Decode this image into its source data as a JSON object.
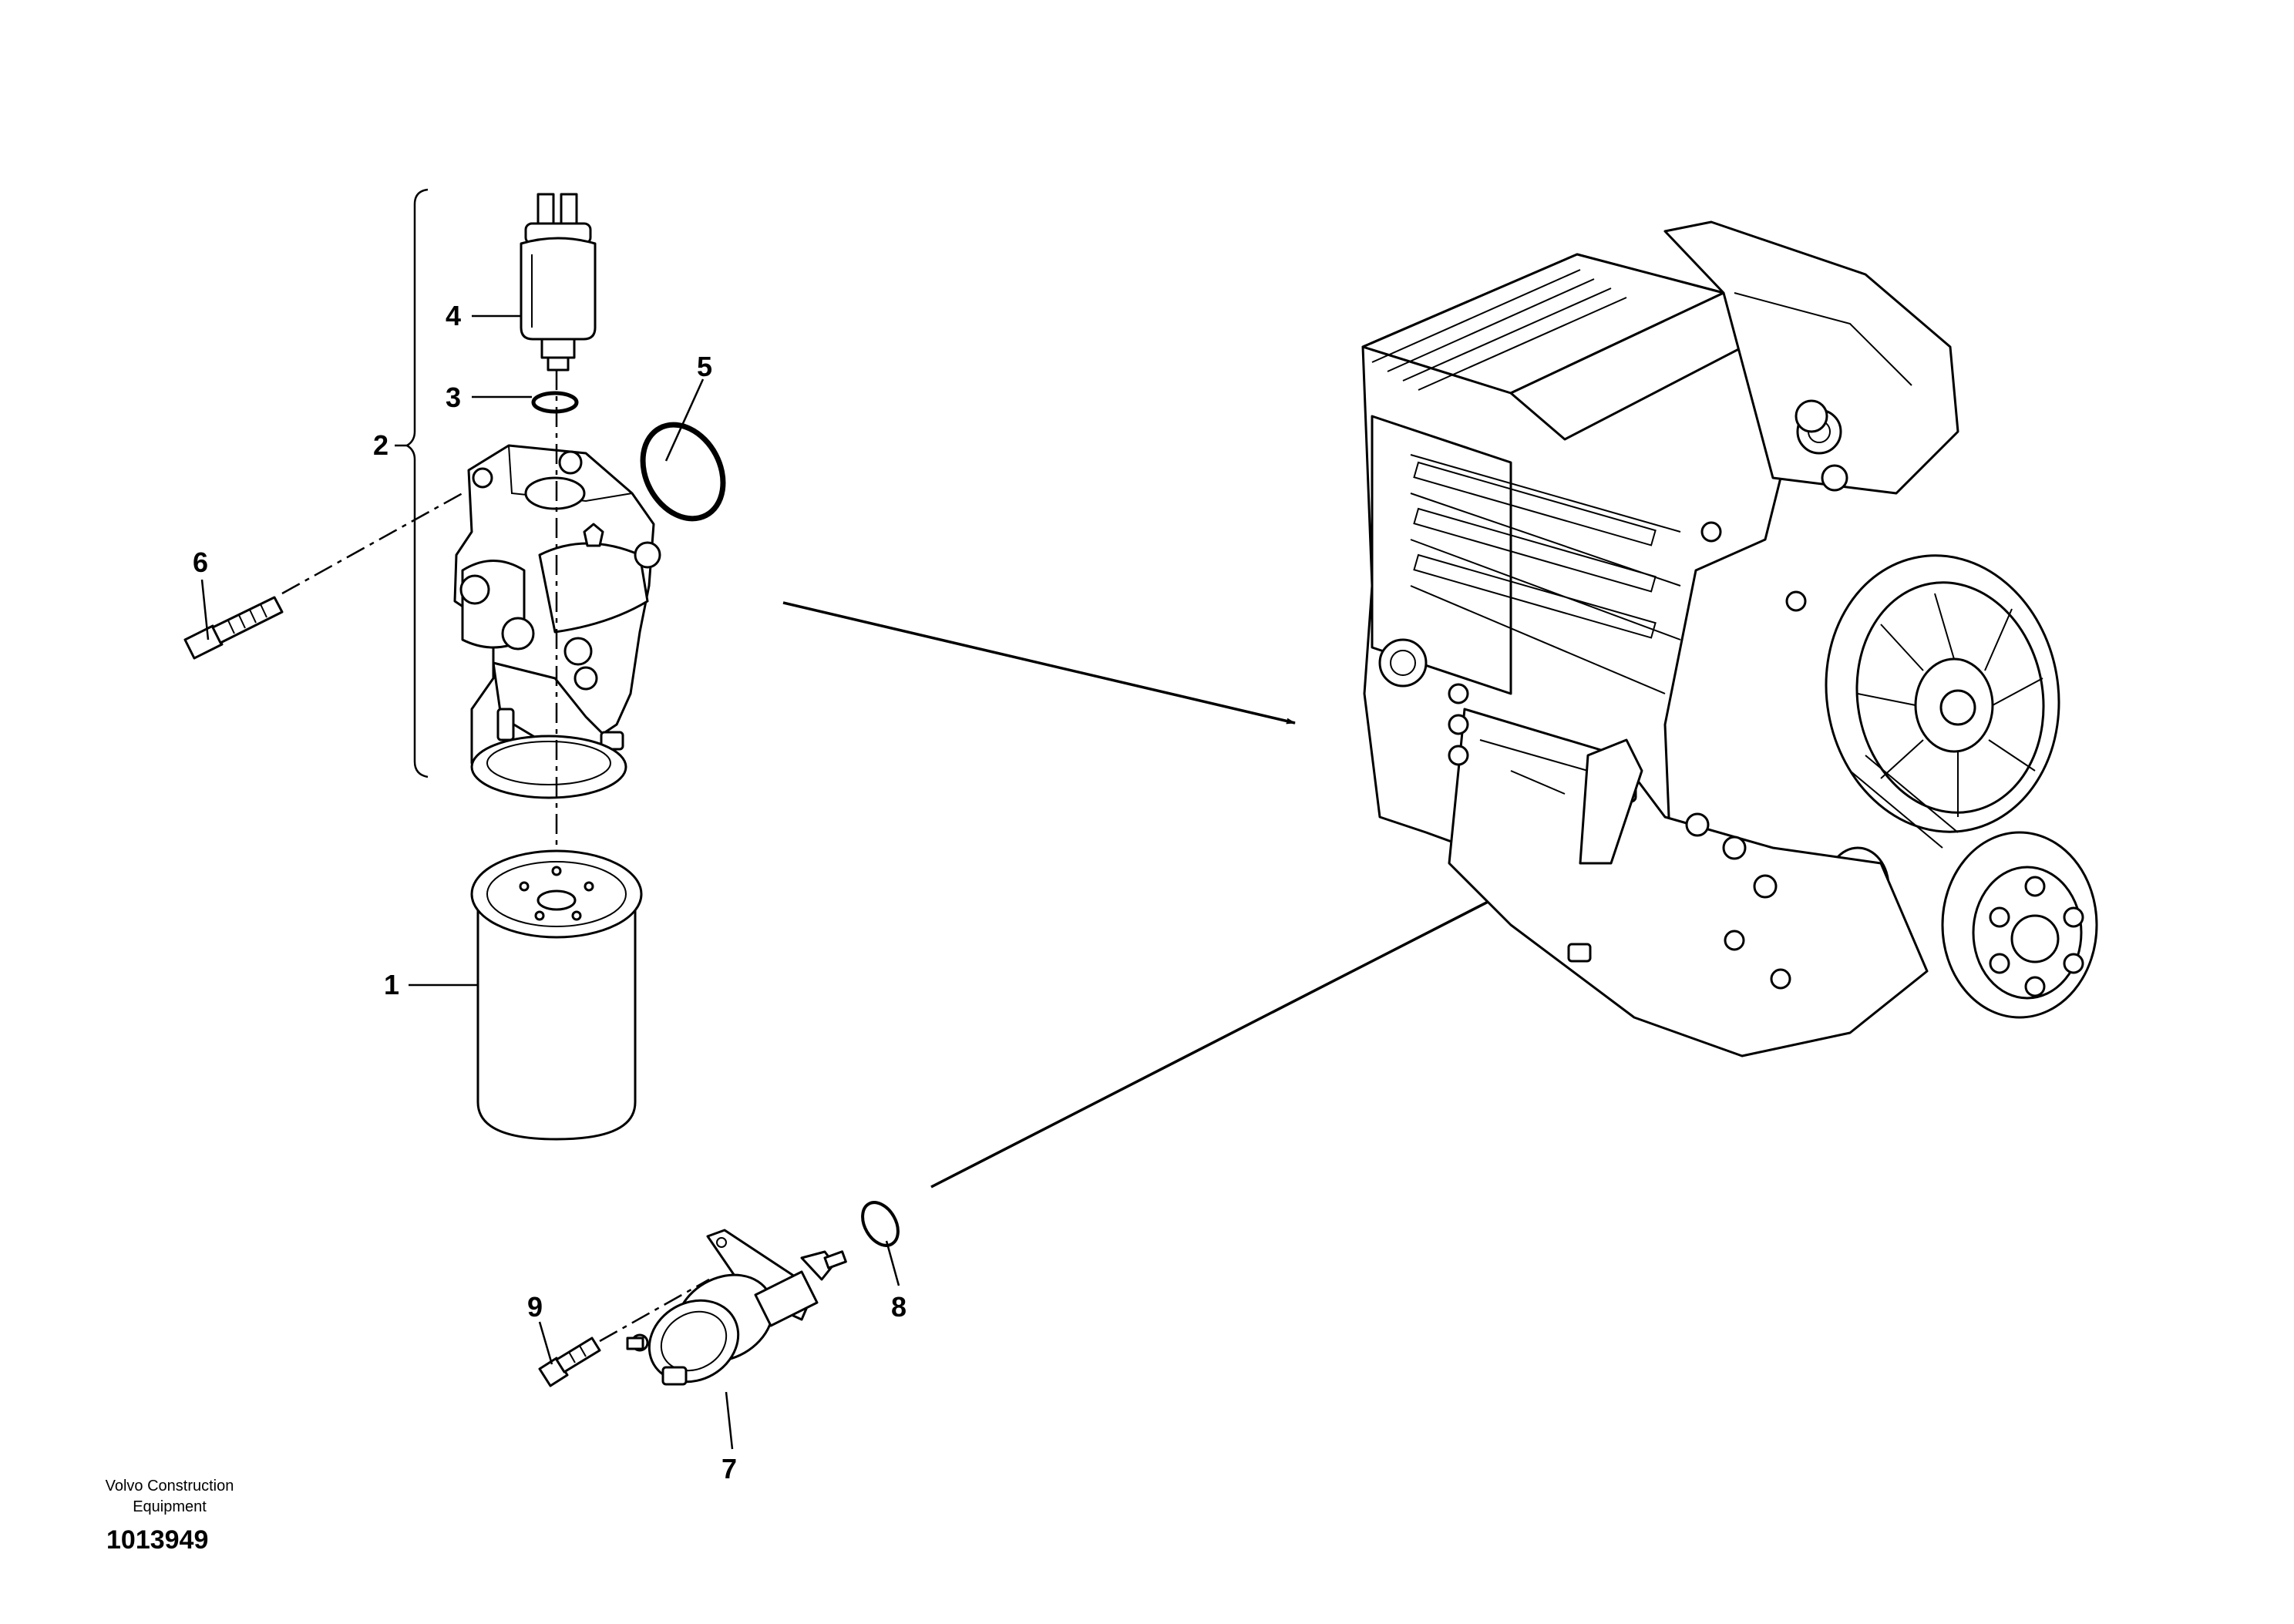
{
  "callouts": {
    "c1": "1",
    "c2": "2",
    "c3": "3",
    "c4": "4",
    "c5": "5",
    "c6": "6",
    "c7": "7",
    "c8": "8",
    "c9": "9"
  },
  "footer": {
    "company_line1": "Volvo Construction",
    "company_line2": "Equipment",
    "drawing_number": "1013949"
  },
  "parts": [
    {
      "callout": "1",
      "part": "oil-filter-cartridge"
    },
    {
      "callout": "2",
      "part": "filter-head-assembly"
    },
    {
      "callout": "3",
      "part": "o-ring-small"
    },
    {
      "callout": "4",
      "part": "pressure-switch"
    },
    {
      "callout": "5",
      "part": "o-ring-large"
    },
    {
      "callout": "6",
      "part": "flange-screw"
    },
    {
      "callout": "7",
      "part": "oil-cooler-thermostat-housing"
    },
    {
      "callout": "8",
      "part": "o-ring"
    },
    {
      "callout": "9",
      "part": "flange-screw"
    }
  ]
}
